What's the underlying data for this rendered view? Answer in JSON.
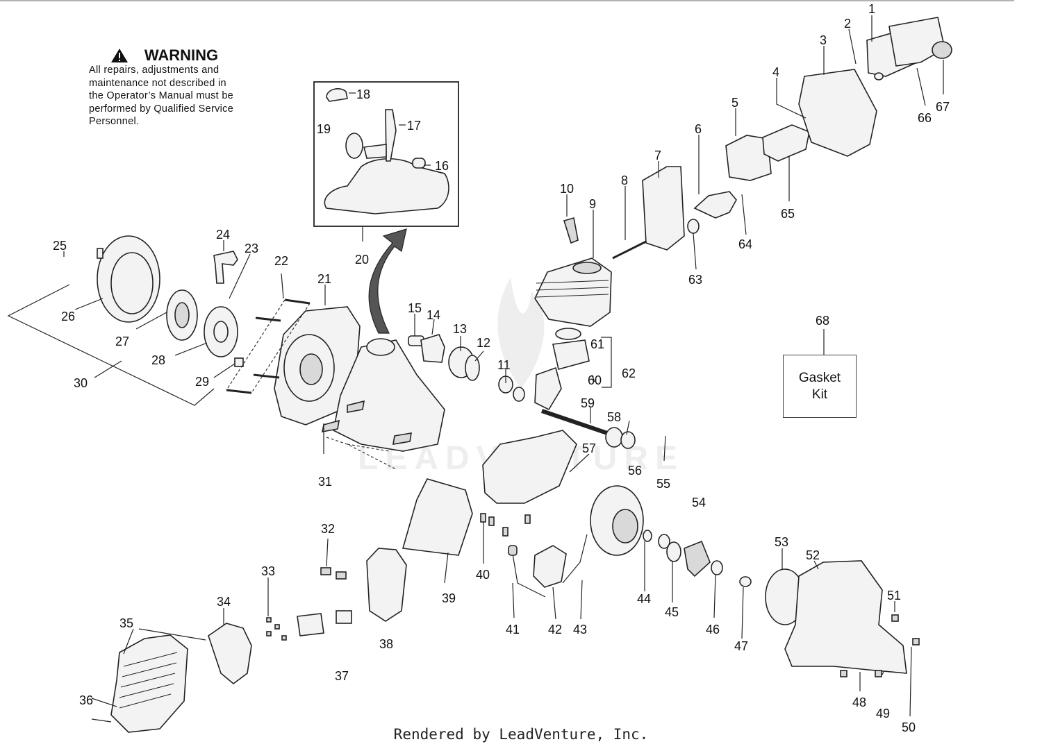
{
  "warning": {
    "title": "WARNING",
    "text_lines": [
      "All repairs, adjustments and",
      "maintenance not described in",
      "the Operator’s Manual must be",
      "performed by Qualified Service",
      "Personnel."
    ]
  },
  "gasket_kit": {
    "line1": "Gasket",
    "line2": "Kit"
  },
  "footer": "Rendered by LeadVenture, Inc.",
  "watermark": "LEADVENTURE",
  "callouts": [
    "1",
    "2",
    "3",
    "4",
    "5",
    "6",
    "7",
    "8",
    "9",
    "10",
    "11",
    "12",
    "13",
    "14",
    "15",
    "16",
    "17",
    "18",
    "19",
    "20",
    "21",
    "22",
    "23",
    "24",
    "25",
    "26",
    "27",
    "28",
    "29",
    "30",
    "31",
    "32",
    "33",
    "34",
    "35",
    "36",
    "37",
    "38",
    "39",
    "40",
    "41",
    "42",
    "43",
    "44",
    "45",
    "46",
    "47",
    "48",
    "49",
    "50",
    "51",
    "52",
    "53",
    "54",
    "55",
    "56",
    "57",
    "58",
    "59",
    "60",
    "61",
    "62",
    "63",
    "64",
    "65",
    "66",
    "67",
    "68"
  ],
  "colors": {
    "line": "#222222",
    "fill": "#f3f3f3",
    "watermark": "#dddddd"
  }
}
